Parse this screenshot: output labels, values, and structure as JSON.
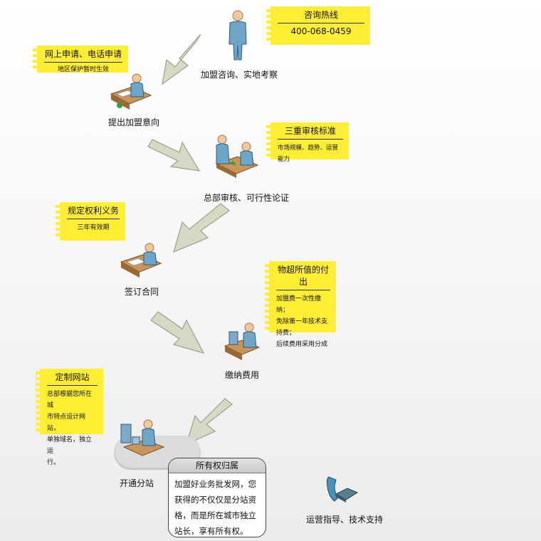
{
  "hotline": {
    "title": "咨询热线",
    "phone": "400-068-0459"
  },
  "steps": [
    {
      "caption": "加盟咨询、实地考察"
    },
    {
      "caption": "提出加盟意向"
    },
    {
      "caption": "总部审核、可行性论证"
    },
    {
      "caption": "签订合同"
    },
    {
      "caption": "缴纳费用"
    },
    {
      "caption": "开通分站"
    },
    {
      "caption": "运营指导、技术支持"
    }
  ],
  "notes": {
    "apply": {
      "title": "网上申请、电话申请",
      "body": "地区保护暂时生效"
    },
    "review": {
      "title": "三重审核标准",
      "body": "市场规模、趋势、运营能力"
    },
    "rights": {
      "title": "规定权利义务",
      "body": "三年有效期"
    },
    "fees": {
      "title": "物超所值的付出",
      "body": "加盟费一次性缴纳；\n免除第一年技术支\n持费；\n后续费用采用分成"
    },
    "site": {
      "title": "定制网站",
      "body": "总部根据您所在城\n市特点设计网站，\n单独域名，独立运\n行。"
    }
  },
  "ownership": {
    "title": "所有权归属",
    "body": "加盟好业务批发网，您获得的不仅仅是分站资格，而是所在城市独立站长，享有所有权。"
  }
}
